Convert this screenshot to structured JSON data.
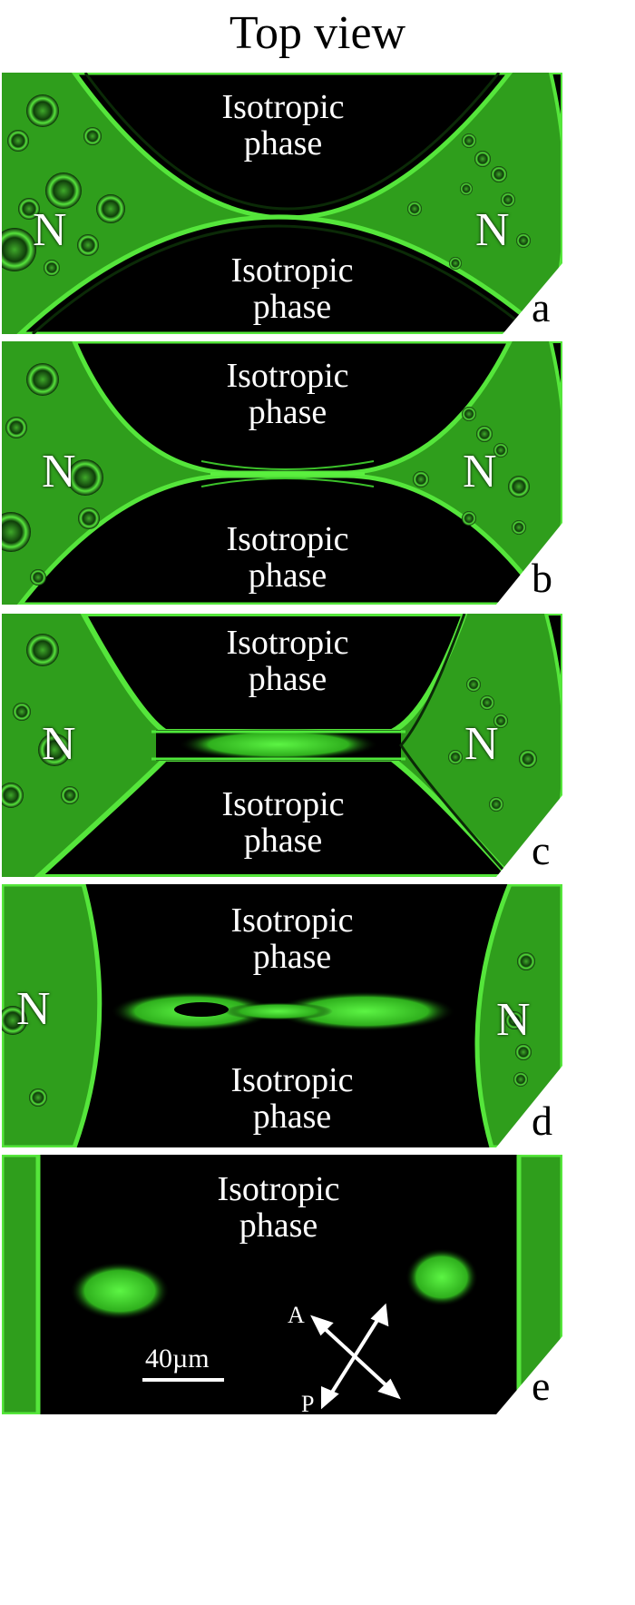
{
  "title": "Top view",
  "labels": {
    "isotropic": "Isotropic\nphase",
    "nematic": "N",
    "scale_bar": "40µm",
    "analyzer": "A",
    "polarizer": "P"
  },
  "panels": [
    {
      "letter": "a"
    },
    {
      "letter": "b"
    },
    {
      "letter": "c"
    },
    {
      "letter": "d"
    },
    {
      "letter": "e"
    }
  ],
  "colors": {
    "nematic_green": "#2f9e1c",
    "bright_green": "#4fe83a",
    "dark": "#000000"
  }
}
